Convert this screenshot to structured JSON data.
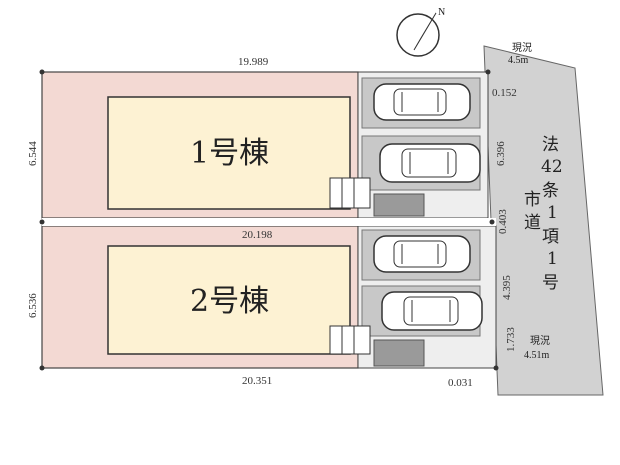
{
  "compass": {
    "north_label": "N"
  },
  "lots": {
    "lot1": {
      "building_label": "1号棟",
      "top_width": "19.989",
      "left_depth": "6.544"
    },
    "lot2": {
      "building_label": "2号棟",
      "top_width": "20.198",
      "left_depth": "6.536",
      "bottom_width": "20.351"
    }
  },
  "right_side": {
    "d1": "0.152",
    "d2": "6.396",
    "d3": "0.403",
    "d4": "4.395",
    "d5": "1.733",
    "d6": "0.031"
  },
  "road": {
    "name_chars": [
      "法",
      "42",
      "条",
      "1",
      "項",
      "1",
      "号"
    ],
    "sub_chars": [
      "市",
      "道"
    ],
    "current_top": {
      "label": "現況",
      "width": "4.5m"
    },
    "current_bottom": {
      "label": "現況",
      "width": "4.51m"
    }
  },
  "colors": {
    "lot_fill": "#f3d9d3",
    "building_fill": "#fdf2d3",
    "parking_fill": "#c8c8c8",
    "road_fill": "#d2d2d2"
  }
}
